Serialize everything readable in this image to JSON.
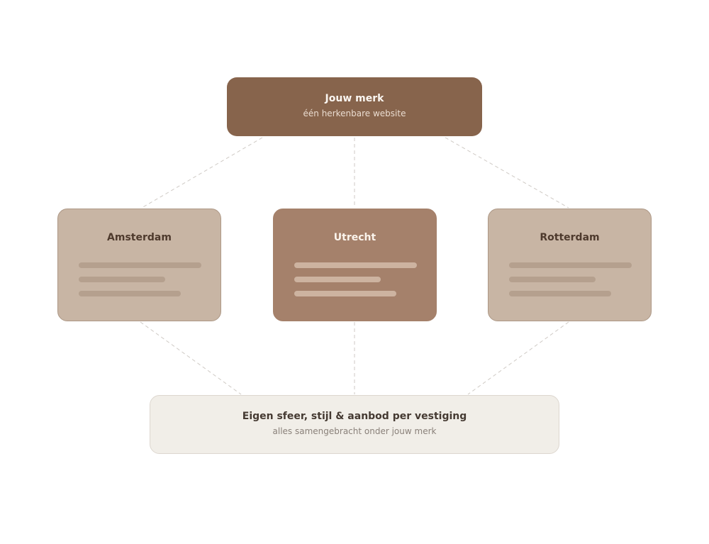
{
  "brand": {
    "title": "Jouw merk",
    "subtitle": "één herkenbare website"
  },
  "locations": [
    {
      "name": "Amsterdam",
      "highlighted": false
    },
    {
      "name": "Utrecht",
      "highlighted": true
    },
    {
      "name": "Rotterdam",
      "highlighted": false
    }
  ],
  "summary": {
    "title": "Eigen sfeer, stijl & aanbod per vestiging",
    "subtitle": "alles samengebracht onder jouw merk"
  },
  "colors": {
    "brand": "#87644c",
    "card_light": "#c8b5a4",
    "card_highlight": "#a5816b",
    "summary_bg": "#f1eee8",
    "connector": "#cfcac5"
  }
}
